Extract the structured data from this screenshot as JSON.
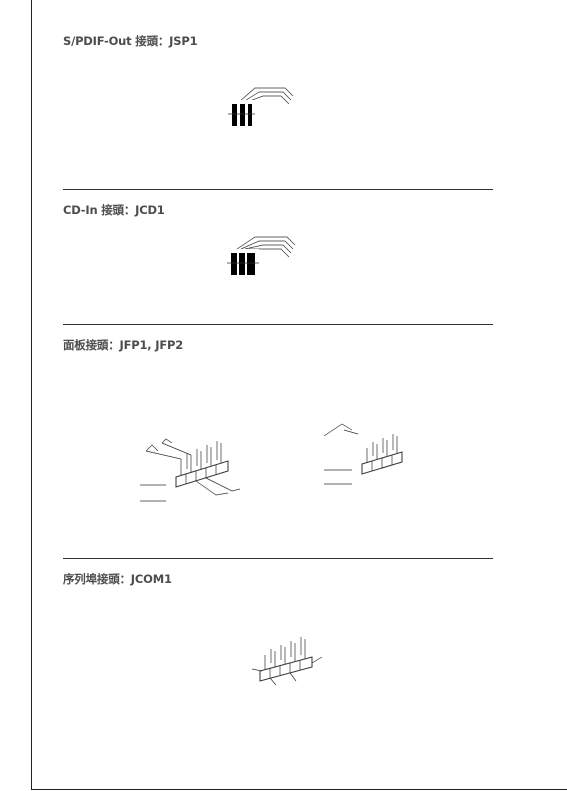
{
  "sections": [
    {
      "heading": "S/PDIF-Out 接頭：JSP1"
    },
    {
      "heading": "CD-In 接頭：JCD1"
    },
    {
      "heading": "面板接頭：JFP1, JFP2"
    },
    {
      "heading": "序列埠接頭：JCOM1"
    }
  ]
}
